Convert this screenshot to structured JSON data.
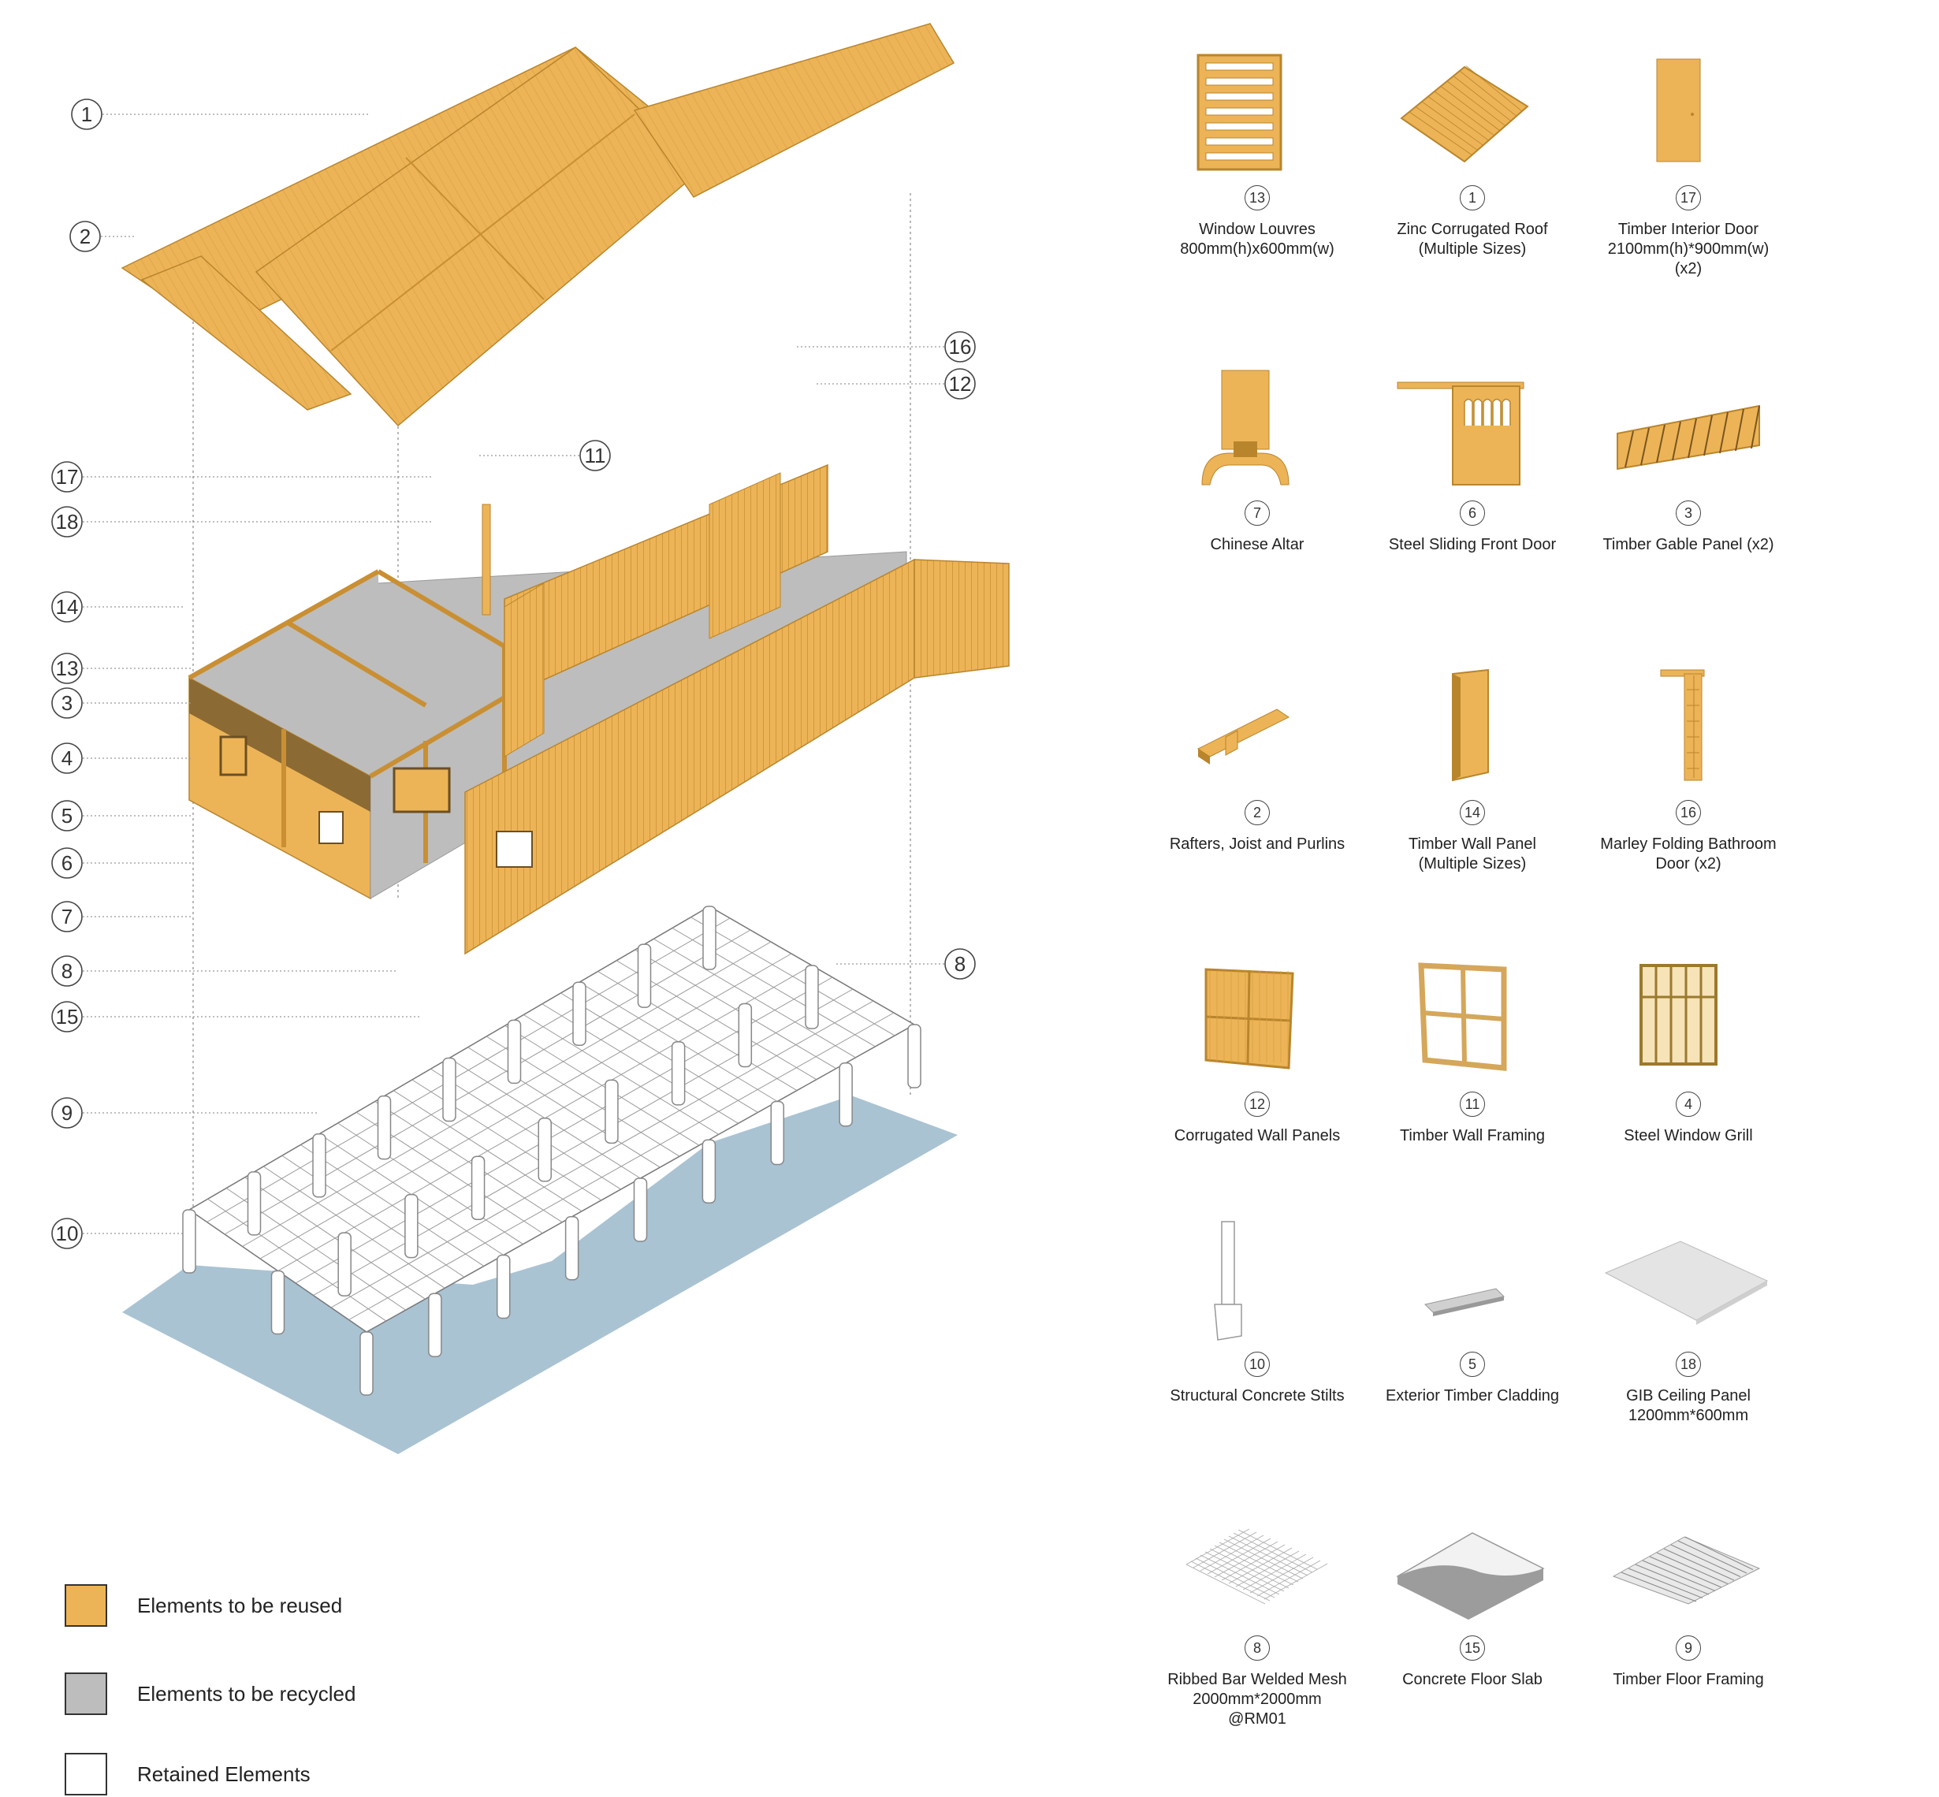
{
  "colors": {
    "reuse": "#EDB457",
    "reuse_dark": "#C98F32",
    "recycle": "#BDBDBD",
    "retained": "#FFFFFF",
    "ground": "#A9C3D3",
    "line": "#555555"
  },
  "callouts_left": [
    "1",
    "2",
    "17",
    "18",
    "14",
    "13",
    "3",
    "4",
    "5",
    "6",
    "7",
    "8",
    "15",
    "9",
    "10"
  ],
  "callouts_right": [
    "16",
    "12",
    "11",
    "8"
  ],
  "legend": [
    {
      "label": "Elements to be reused",
      "swatch": "reuse"
    },
    {
      "label": "Elements to be recycled",
      "swatch": "recycle"
    },
    {
      "label": "Retained Elements",
      "swatch": "retained"
    }
  ],
  "catalog": [
    {
      "num": "13",
      "label": "Window Louvres\n800mm(h)x600mm(w)",
      "icon": "louvre-window-icon"
    },
    {
      "num": "1",
      "label": "Zinc Corrugated Roof\n(Multiple Sizes)",
      "icon": "corrugated-roof-icon"
    },
    {
      "num": "17",
      "label": "Timber Interior Door\n2100mm(h)*900mm(w)\n(x2)",
      "icon": "interior-door-icon"
    },
    {
      "num": "7",
      "label": "Chinese Altar",
      "icon": "altar-icon"
    },
    {
      "num": "6",
      "label": "Steel Sliding Front Door",
      "icon": "sliding-door-icon"
    },
    {
      "num": "3",
      "label": "Timber Gable Panel (x2)",
      "icon": "gable-panel-icon"
    },
    {
      "num": "2",
      "label": "Rafters, Joist and Purlins",
      "icon": "rafter-icon"
    },
    {
      "num": "14",
      "label": "Timber Wall Panel\n(Multiple Sizes)",
      "icon": "wall-panel-icon"
    },
    {
      "num": "16",
      "label": "Marley Folding Bathroom\nDoor (x2)",
      "icon": "folding-door-icon"
    },
    {
      "num": "12",
      "label": "Corrugated Wall Panels",
      "icon": "corrugated-panel-icon"
    },
    {
      "num": "11",
      "label": "Timber Wall Framing",
      "icon": "wall-framing-icon"
    },
    {
      "num": "4",
      "label": "Steel Window Grill",
      "icon": "window-grill-icon"
    },
    {
      "num": "10",
      "label": "Structural Concrete Stilts",
      "icon": "concrete-stilt-icon"
    },
    {
      "num": "5",
      "label": "Exterior Timber Cladding",
      "icon": "timber-cladding-icon"
    },
    {
      "num": "18",
      "label": "GIB Ceiling Panel\n1200mm*600mm",
      "icon": "ceiling-panel-icon"
    },
    {
      "num": "8",
      "label": "Ribbed Bar Welded Mesh\n2000mm*2000mm\n@RM01",
      "icon": "welded-mesh-icon"
    },
    {
      "num": "15",
      "label": "Concrete Floor Slab",
      "icon": "floor-slab-icon"
    },
    {
      "num": "9",
      "label": "Timber Floor Framing",
      "icon": "floor-framing-icon"
    }
  ]
}
